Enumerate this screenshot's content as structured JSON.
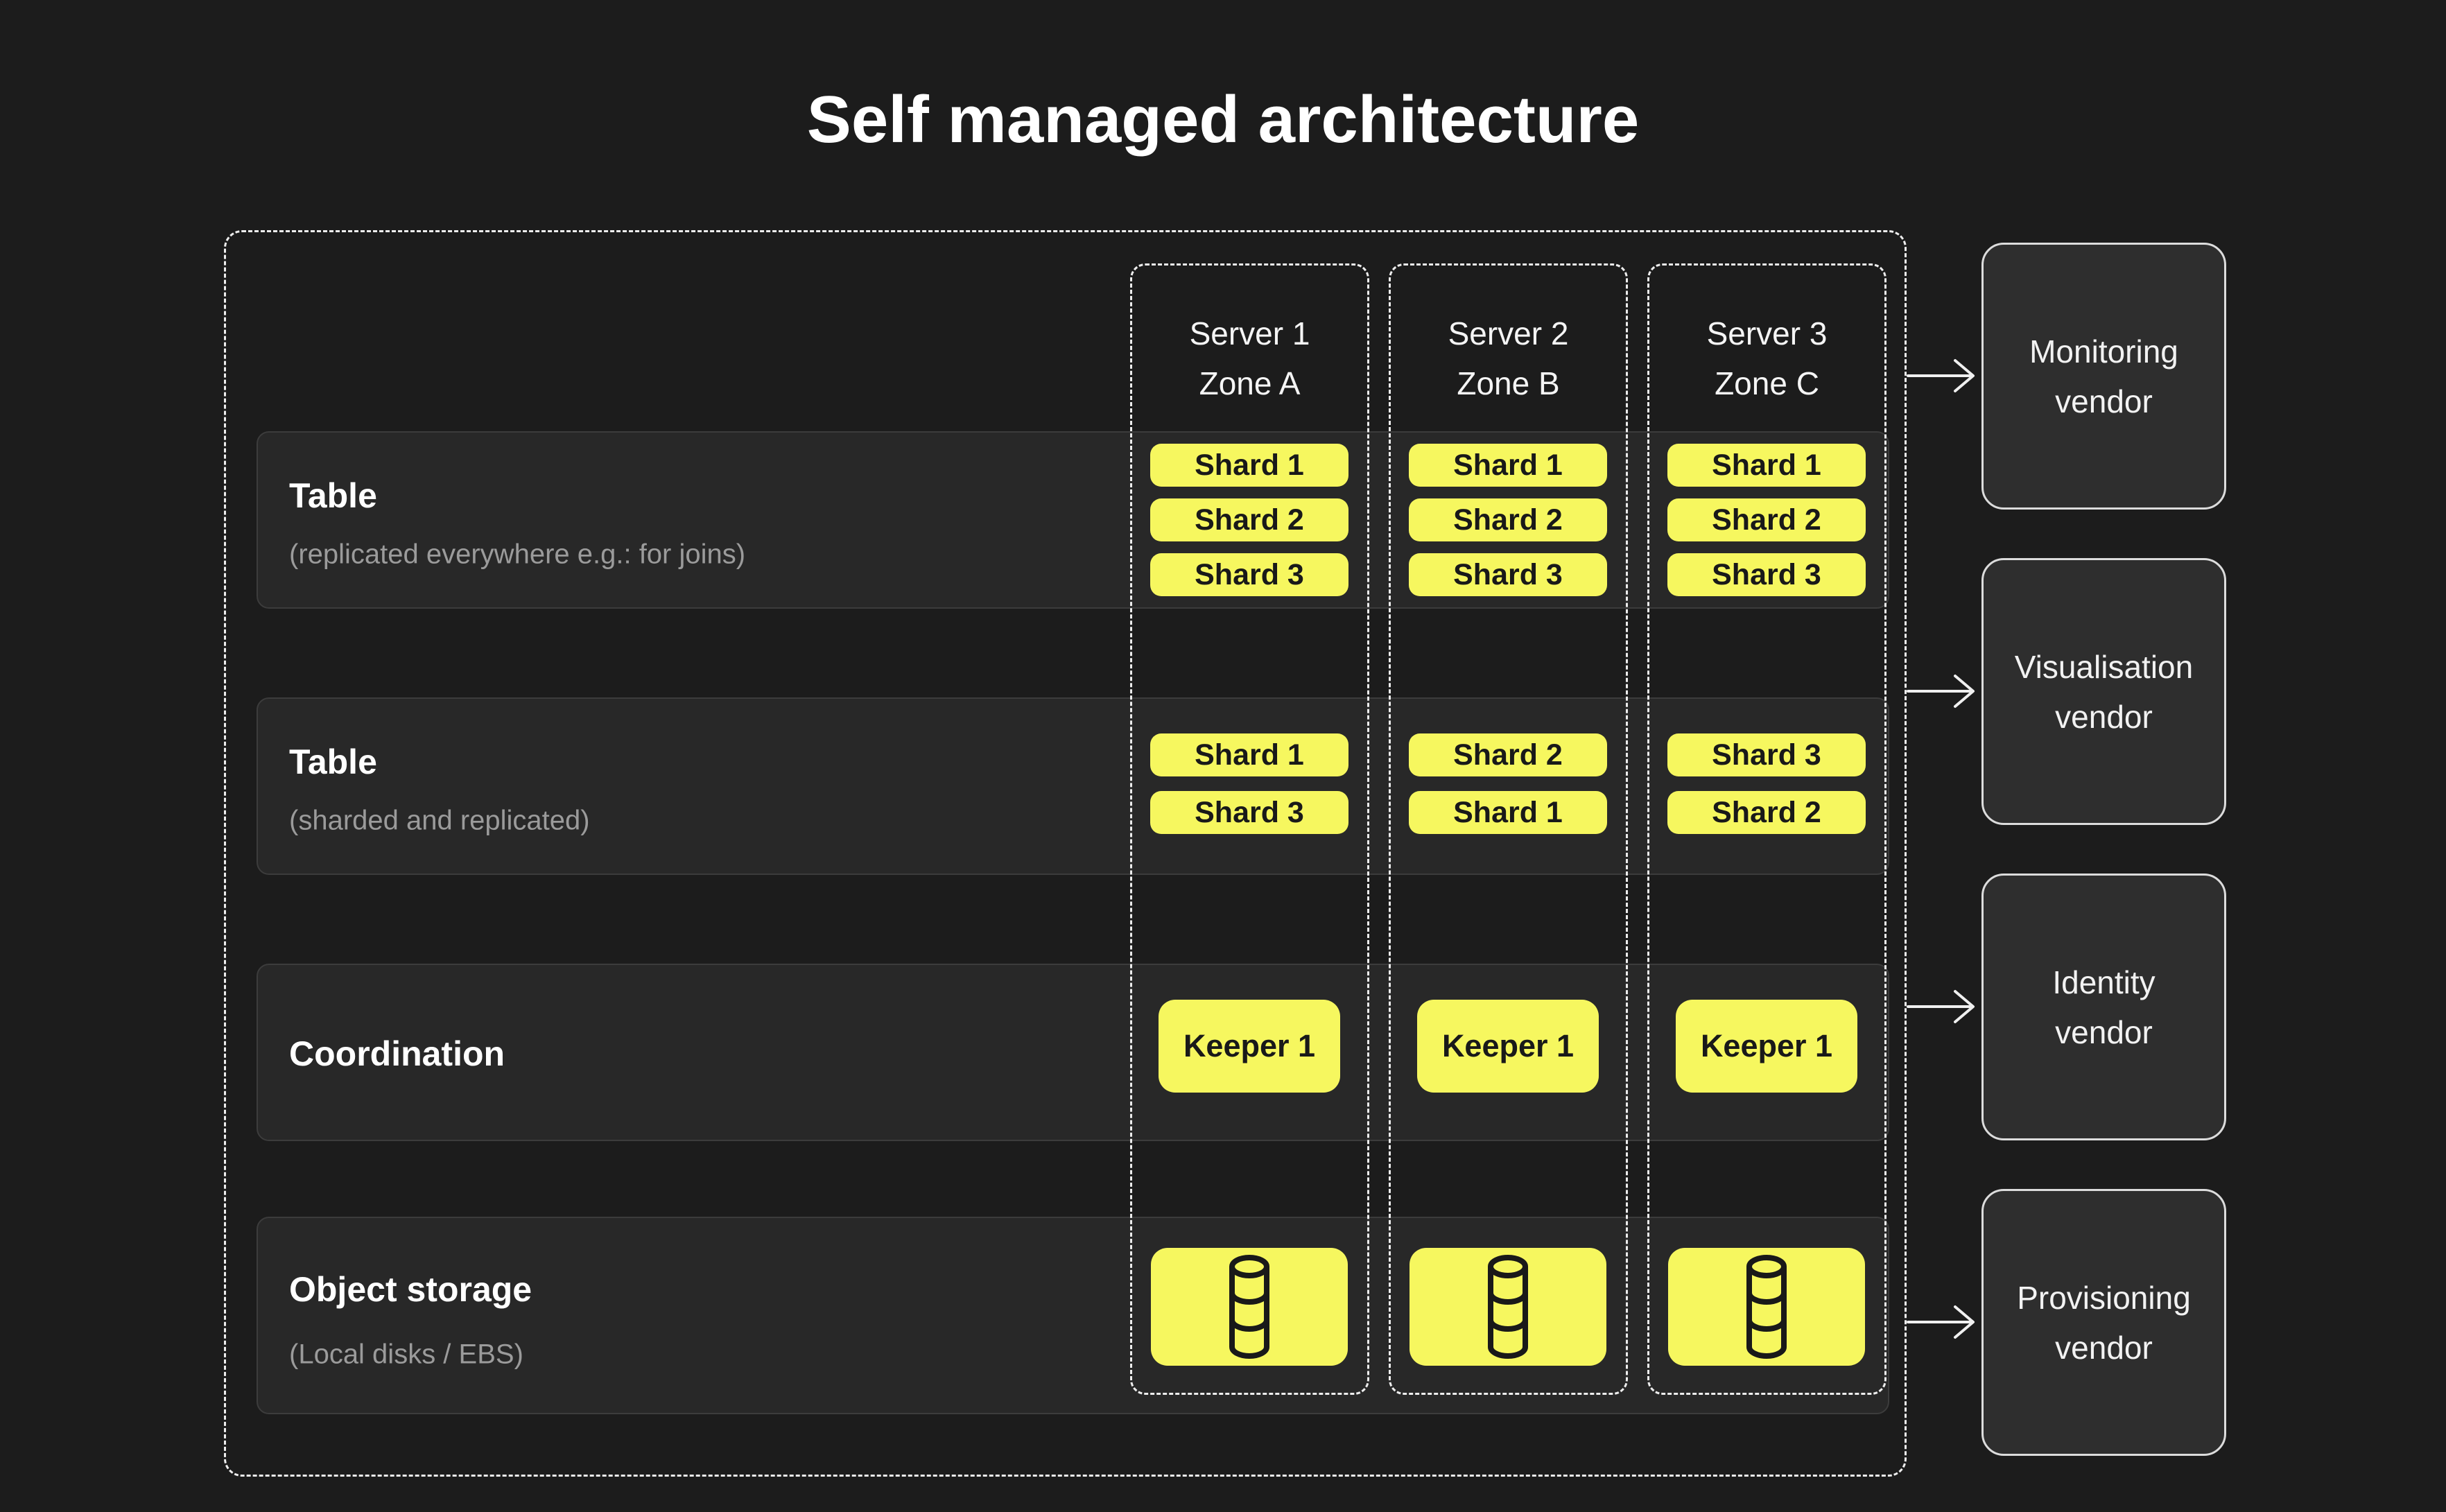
{
  "title": "Self managed architecture",
  "colors": {
    "background": "#1c1c1c",
    "row_panel": "#282828",
    "vendor_panel": "#2e2e2e",
    "accent_yellow": "#f6f75f",
    "dashed_border": "#ededed",
    "text_primary": "#ffffff",
    "text_secondary": "#9b9b9b"
  },
  "servers": [
    {
      "label": "Server 1",
      "zone": "Zone A"
    },
    {
      "label": "Server 2",
      "zone": "Zone B"
    },
    {
      "label": "Server 3",
      "zone": "Zone C"
    }
  ],
  "rows": [
    {
      "label": "Table",
      "sublabel": "(replicated everywhere e.g.: for joins)",
      "cells": [
        [
          "Shard 1",
          "Shard 2",
          "Shard 3"
        ],
        [
          "Shard 1",
          "Shard 2",
          "Shard 3"
        ],
        [
          "Shard 1",
          "Shard 2",
          "Shard 3"
        ]
      ]
    },
    {
      "label": "Table",
      "sublabel": "(sharded and replicated)",
      "cells": [
        [
          "Shard 1",
          "Shard 3"
        ],
        [
          "Shard 2",
          "Shard 1"
        ],
        [
          "Shard 3",
          "Shard 2"
        ]
      ]
    },
    {
      "label": "Coordination",
      "cells": [
        [
          "Keeper 1"
        ],
        [
          "Keeper 1"
        ],
        [
          "Keeper 1"
        ]
      ]
    },
    {
      "label": "Object storage",
      "sublabel": "(Local disks / EBS)",
      "icon": "database-icon"
    }
  ],
  "vendors": [
    {
      "label": "Monitoring vendor"
    },
    {
      "label": "Visualisation vendor"
    },
    {
      "label": "Identity vendor"
    },
    {
      "label": "Provisioning vendor"
    }
  ]
}
